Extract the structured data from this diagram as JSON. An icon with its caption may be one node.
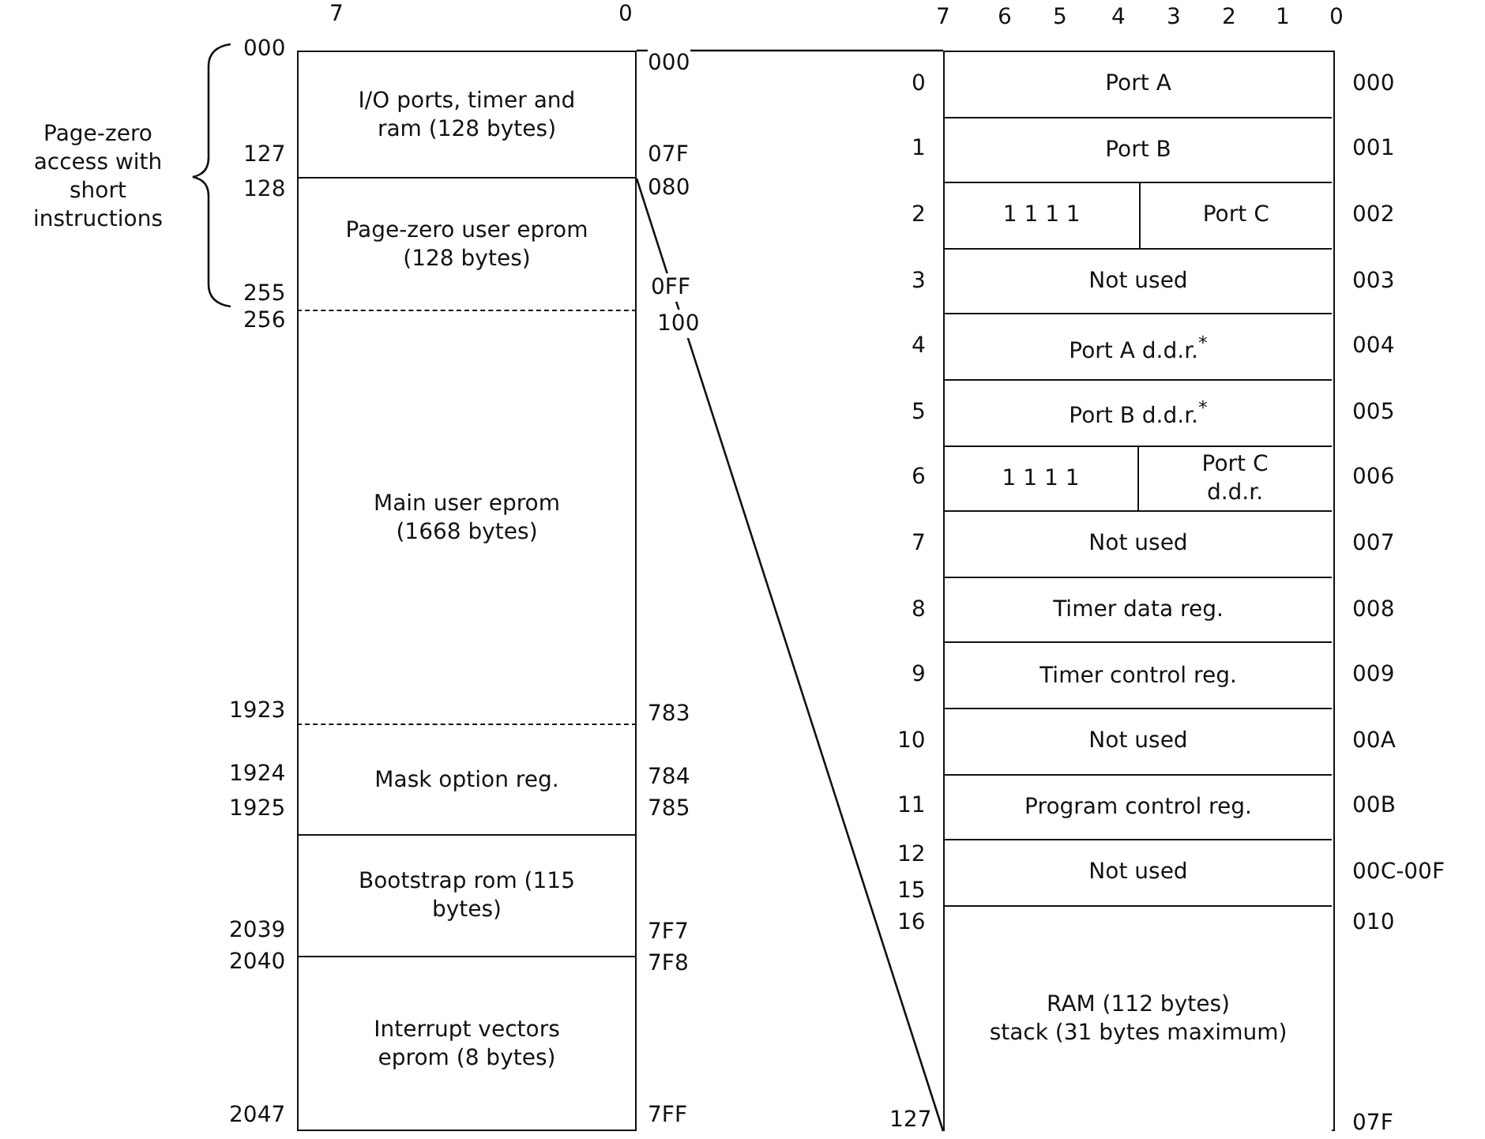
{
  "diagram": {
    "nodes": [
      {
        "text": [
          "I/O ports, timer and ram (128 bytes)"
        ]
      },
      {
        "text": [
          "Page-zero user eprom (128 bytes)"
        ]
      },
      {
        "text": [
          "Main user eprom (1668 bytes)"
        ]
      },
      {
        "text": [
          "Mask option reg."
        ]
      },
      {
        "text": [
          "Bootstrap rom (115 bytes)"
        ]
      },
      {
        "text": [
          "Interrupt vectors eprom (8 bytes)"
        ]
      },
      {
        "text": [],
        "shape": "box"
      },
      {
        "text": [
          "Port A"
        ],
        "in": 6
      },
      {
        "text": [
          "Port B"
        ],
        "in": 6
      },
      {
        "text": [
          "1 1 1 1"
        ],
        "in": 6
      },
      {
        "text": [
          "Port C"
        ],
        "in": 6
      },
      {
        "text": [
          "Not used"
        ],
        "in": 6
      },
      {
        "text": [
          "Port A d.d.r.$^{*}$"
        ],
        "in": 6
      },
      {
        "text": [
          "Port B d.d.r.$^{*}$"
        ],
        "in": 6
      },
      {
        "text": [
          "1 1 1 1"
        ],
        "in": 6
      },
      {
        "text": [
          "Port C d.d.r."
        ],
        "in": 6
      },
      {
        "text": [
          "Not used"
        ],
        "in": 6
      },
      {
        "text": [
          "Timer data reg."
        ],
        "in": 6
      },
      {
        "text": [
          "Timer control reg."
        ],
        "in": 6
      },
      {
        "text": [
          "Not used"
        ],
        "in": 6
      },
      {
        "text": [
          "Program control reg."
        ],
        "in": 6
      },
      {
        "text": [
          "Not used"
        ],
        "in": 6
      },
      {
        "text": [
          "RAM (112 bytes)",
          "stack (31 bytes maximum)"
        ],
        "in": 6
      }
    ],
    "edges": [
      {
        "from": 0,
        "to": 6,
        "arrow": "none"
      },
      {
        "from": 0,
        "to": 6,
        "arrow": "none"
      }
    ],
    "labels": [
      "Page-zero access with short instructions",
      "7",
      "0",
      "7",
      "6",
      "5",
      "4",
      "3",
      "2",
      "1",
      "0",
      "000",
      "127",
      "128",
      "255",
      "256",
      "1923",
      "1924",
      "1925",
      "2039",
      "2040",
      "2047",
      "000",
      "07F",
      "080",
      "0FF",
      "100",
      "783",
      "784",
      "785",
      "7F7",
      "7F8",
      "7FF",
      "0",
      "1",
      "2",
      "3",
      "4",
      "5",
      "6",
      "7",
      "8",
      "9",
      "10",
      "11",
      "12",
      "15",
      "16",
      "127",
      "000",
      "001",
      "002",
      "003",
      "004",
      "005",
      "006",
      "007",
      "008",
      "009",
      "00A",
      "00B",
      "00C-00F",
      "010",
      "07F"
    ]
  }
}
